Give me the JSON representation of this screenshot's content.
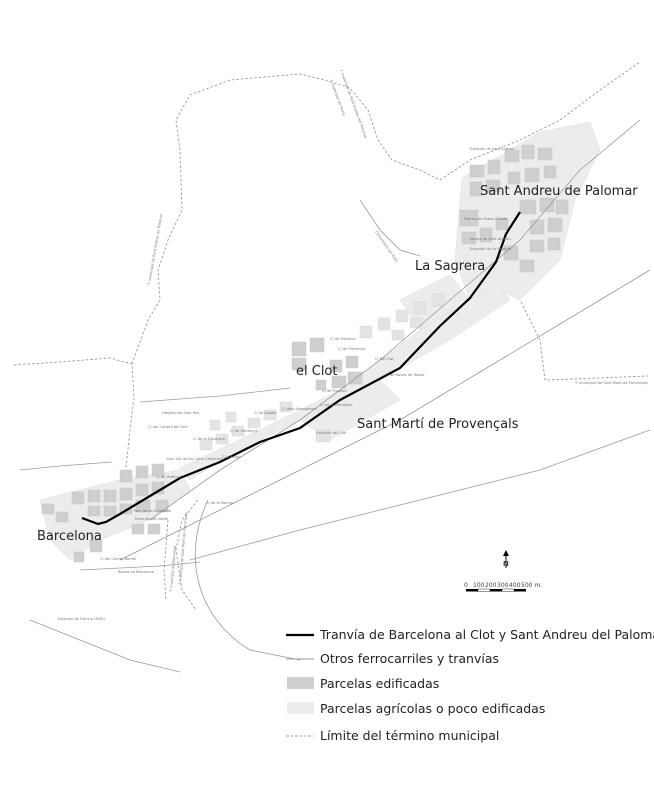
{
  "places": {
    "sant_andreu": "Sant Andreu de Palomar",
    "la_sagrera": "La Sagrera",
    "el_clot": "el Clot",
    "sant_marti": "Sant Martí de Provençals",
    "barcelona": "Barcelona"
  },
  "minor_labels": {
    "term_sant_andreu_1": "T. municipal de Sant Andreu del Palomar",
    "term_horta": "T. municipal de Horta",
    "term_sant_andreu_2": "T. municipal de Sant Andreu de Palomar",
    "term_sant_marti_right": "T. municipal de Sant Martí de Provençals",
    "term_sant_marti_left": "T. municipal de Sant Martí de Provençals",
    "term_barcelona": "T. municipal de Barcelona",
    "cementerio": "Cementerio del Este",
    "estacion_francia": "Estación de Francia (MZA)",
    "ronda": "Ronda de Barcelona",
    "gran_via": "Gran Via de les Corts Catalanes",
    "diputacio": "C/ de la Diputació",
    "consell_cent": "C/ del Consell de Cent",
    "arago": "C/ d'Aragó",
    "valencia": "C/ de València",
    "mallorca": "C/ de Mallorca",
    "provenca": "C/ de Provença",
    "estacion_clot": "Estación del Clot",
    "estacion_sagrera": "Estación de La Sagrera",
    "estacion_andreu": "Estación de Sant Andreu",
    "fabrica": "Fábrica de Fabra i Coats",
    "church": "Iglesia de Sant Andreu",
    "palau_foc": "Parc de la Ciutadella",
    "estacion_nord": "Estación del Norte",
    "cementerio_area": "Hospital de Sant Pau",
    "pujades": "C/ de Pujades",
    "meridiana": "C/ de la Meridiana",
    "almogavers": "C/ dels Almogàvers",
    "marina": "C/ de la Marina",
    "clot_street": "C/ del Clot",
    "navas": "C/ de Navas de Tolosa",
    "borrell": "C/ del Comte Borrell",
    "lepant": "C/ de Lepant",
    "sardenya": "C/ de Sardenya"
  },
  "scale_bar": {
    "ticks": [
      "0",
      "100",
      "200",
      "300",
      "400",
      "500 m."
    ]
  },
  "north_arrow": {
    "label": "N"
  },
  "legend": {
    "items": [
      {
        "label": "Tranvía de Barcelona al Clot y Sant Andreu del Palomar",
        "symbol": "thick-line"
      },
      {
        "label": "Otros ferrocarriles y tranvías",
        "symbol": "thin-line"
      },
      {
        "label": "Parcelas edificadas",
        "symbol": "dark-fill"
      },
      {
        "label": "Parcelas agrícolas o poco edificadas",
        "symbol": "light-fill"
      },
      {
        "label": "Límite del término municipal",
        "symbol": "dashed-line"
      }
    ]
  },
  "colors": {
    "tram_line": "#000000",
    "rail_lines": "#9a9a9a",
    "built_parcels": "#cfcfcf",
    "agricultural_parcels": "#ececec",
    "boundary": "#9a9a9a"
  }
}
